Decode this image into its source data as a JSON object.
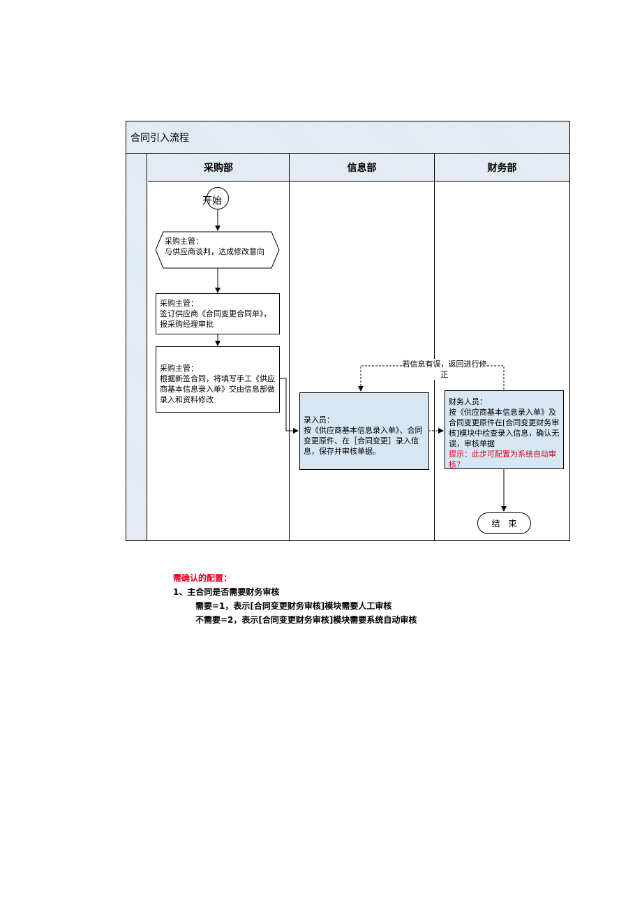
{
  "title": "合同引入流程",
  "lanes": [
    "采购部",
    "信息部",
    "财务部"
  ],
  "nodes": {
    "start": "开始",
    "negotiate": {
      "role": "采购主管：",
      "text": "与供应商谈判，达成修改意向"
    },
    "sign": {
      "role": "采购主管：",
      "text": "签订供应商《合同变更合同单》，报采购经理审批"
    },
    "fill": {
      "role": "采购主管：",
      "text": "根据新签合同，将填写手工《供应商基本信息录入单》交由信息部做录入和资料修改"
    },
    "entry": {
      "role": "录入员：",
      "text": "按《供应商基本信息录入单》、合同变更原件、在［合同变更］录入信息，保存并审核单据。"
    },
    "finance": {
      "role": "财务人员：",
      "text": "按《供应商基本信息录入单》及合同变更原件在[合同变更财务审核]模块中检查录入信息，确认无误，审核单据",
      "hint": "提示：此步可配置为系统自动审核？"
    },
    "end": "结　束"
  },
  "return_label": "若信息有误，返回进行修正",
  "notes": {
    "heading": "需确认的配置：",
    "item": "1、主合同是否需要财务审核",
    "option1": "需要=1，表示[合同变更财务审核]模块需要人工审核",
    "option2": "不需要=2，表示[合同变更财务审核]模块需要系统自动审核"
  },
  "colors": {
    "lane_header": "#dde7ef",
    "process_box": "#d6e6f3",
    "hint_text": "#e0001a"
  }
}
